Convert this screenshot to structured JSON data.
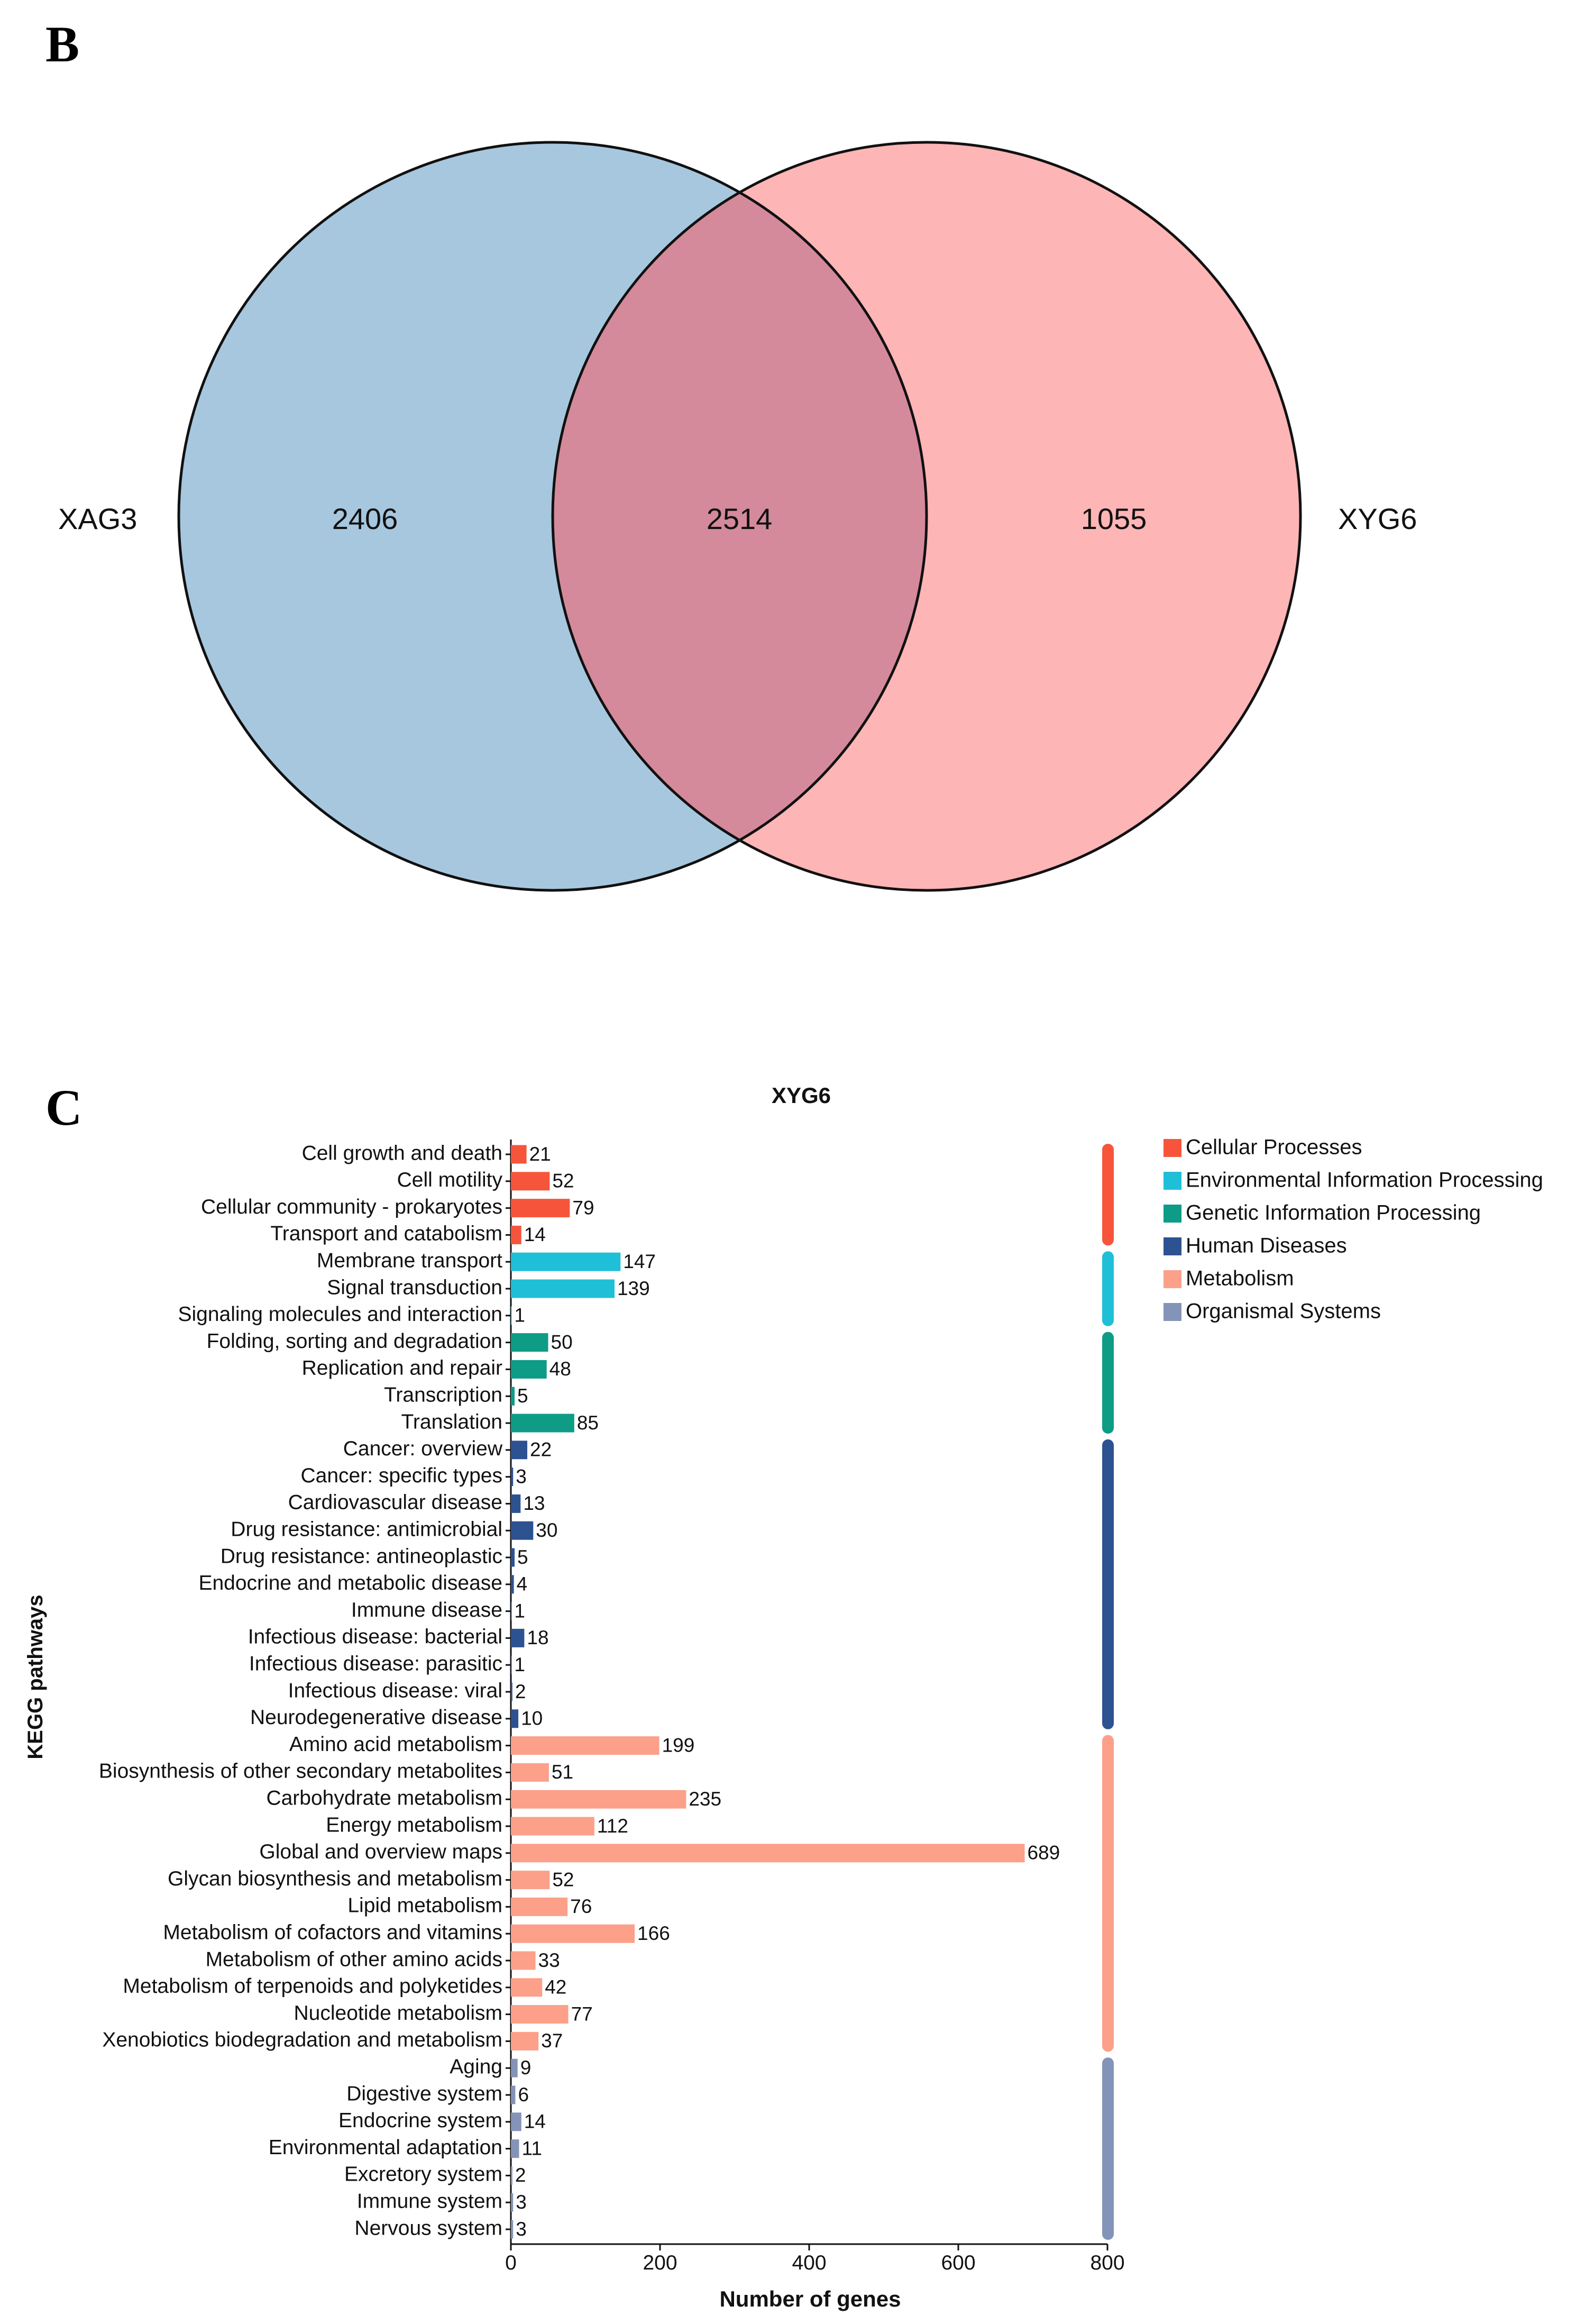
{
  "panel_b": {
    "label": "B",
    "venn": {
      "left_set": "XAG3",
      "right_set": "XYG6",
      "left_only": "2406",
      "overlap": "2514",
      "right_only": "1055",
      "colors": {
        "left": "#a7c7de",
        "right": "#fdb5b6",
        "overlap": "#d48a9b"
      }
    }
  },
  "panel_c": {
    "label": "C"
  },
  "chart_data": {
    "type": "bar",
    "orientation": "horizontal",
    "title": "XYG6",
    "xlabel": "Number of genes",
    "ylabel": "KEGG pathways",
    "xlim": [
      0,
      800
    ],
    "xticks": [
      "0",
      "200",
      "400",
      "600",
      "800"
    ],
    "grid": false,
    "legend_position": "top-right",
    "groups": [
      {
        "name": "Cellular Processes",
        "color": "#f6553b"
      },
      {
        "name": "Environmental Information Processing",
        "color": "#1fbfd8"
      },
      {
        "name": "Genetic Information Processing",
        "color": "#0e9c86"
      },
      {
        "name": "Human Diseases",
        "color": "#2d5291"
      },
      {
        "name": "Metabolism",
        "color": "#fca08a"
      },
      {
        "name": "Organismal Systems",
        "color": "#8494b8"
      }
    ],
    "categories": [
      "Cell growth and death",
      "Cell motility",
      "Cellular community - prokaryotes",
      "Transport and catabolism",
      "Membrane transport",
      "Signal transduction",
      "Signaling molecules and interaction",
      "Folding, sorting and degradation",
      "Replication and repair",
      "Transcription",
      "Translation",
      "Cancer: overview",
      "Cancer: specific types",
      "Cardiovascular disease",
      "Drug resistance: antimicrobial",
      "Drug resistance: antineoplastic",
      "Endocrine and metabolic disease",
      "Immune disease",
      "Infectious disease: bacterial",
      "Infectious disease: parasitic",
      "Infectious disease: viral",
      "Neurodegenerative disease",
      "Amino acid metabolism",
      "Biosynthesis of other secondary metabolites",
      "Carbohydrate metabolism",
      "Energy metabolism",
      "Global and overview maps",
      "Glycan biosynthesis and metabolism",
      "Lipid metabolism",
      "Metabolism of cofactors and vitamins",
      "Metabolism of other amino acids",
      "Metabolism of terpenoids and polyketides",
      "Nucleotide metabolism",
      "Xenobiotics biodegradation and metabolism",
      "Aging",
      "Digestive system",
      "Endocrine system",
      "Environmental adaptation",
      "Excretory system",
      "Immune system",
      "Nervous system"
    ],
    "values": [
      21,
      52,
      79,
      14,
      147,
      139,
      1,
      50,
      48,
      5,
      85,
      22,
      3,
      13,
      30,
      5,
      4,
      1,
      18,
      1,
      2,
      10,
      199,
      51,
      235,
      112,
      689,
      52,
      76,
      166,
      33,
      42,
      77,
      37,
      9,
      6,
      14,
      11,
      2,
      3,
      3
    ],
    "group_index": [
      0,
      0,
      0,
      0,
      1,
      1,
      1,
      2,
      2,
      2,
      2,
      3,
      3,
      3,
      3,
      3,
      3,
      3,
      3,
      3,
      3,
      3,
      4,
      4,
      4,
      4,
      4,
      4,
      4,
      4,
      4,
      4,
      4,
      4,
      5,
      5,
      5,
      5,
      5,
      5,
      5
    ]
  }
}
